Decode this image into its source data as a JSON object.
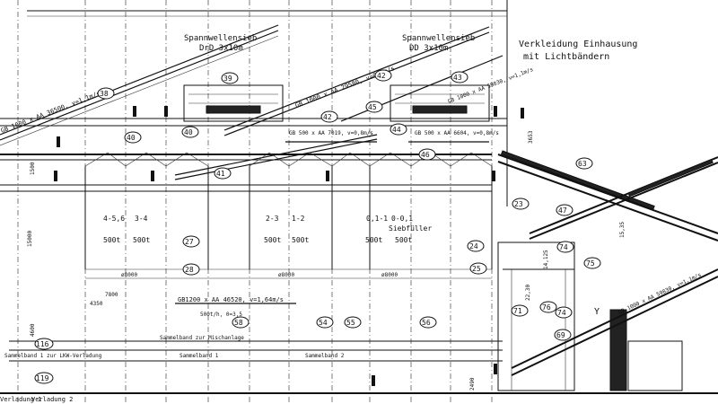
{
  "screens": {
    "left": {
      "label": "Spannwellensieb",
      "size": "DrD 3x10m"
    },
    "right": {
      "label": "Spannwellensieb",
      "size": "DD 3x10m"
    }
  },
  "note": {
    "line1": "Verkleidung Einhausung",
    "line2": "mit Lichtbändern"
  },
  "belts": {
    "b38": "GB 1000 x AA 36500, v=1,1m/s",
    "b42": "GB 1000 x AA 29580, v=0,8m/s",
    "b43": "GB 1000 x AA 59830, v=1,1m/s",
    "b_mid1": "GB 500 x AA 7019, v=0,8m/s",
    "b_mid2": "GB 500 x AA 6604, v=0,8m/s",
    "b_low": "GB1200 x AA 46520, v=1,64m/s",
    "b_low2": "500t/h, 0=3,5"
  },
  "silos": [
    {
      "a": "4-5,6",
      "b": "3-4",
      "cap_a": "500t",
      "cap_b": "500t"
    },
    {
      "a": "2-3",
      "b": "1-2",
      "cap_a": "500t",
      "cap_b": "500t"
    },
    {
      "a": "0,1-1",
      "b": "0-0,1",
      "cap_a": "500t",
      "cap_b": "500t",
      "extra": "Siebfüller"
    }
  ],
  "diameters": [
    "ø8000",
    "ø8000",
    "ø8000"
  ],
  "bands": {
    "misch": "Sammelband zur Mischanlage",
    "lkw": "Sammelband 1 zur LKW-Verladung",
    "s1": "Sammelband 1",
    "s2": "Sammelband 2"
  },
  "footer": {
    "left": "Verladung 1",
    "right": "Verladung 2"
  },
  "dims": {
    "d7800": "7800",
    "d4350": "4350",
    "d15000": "15000",
    "d1500": "1500",
    "d4600": "4600",
    "d2490": "2490",
    "d2230": "22,30",
    "d1535": "15,35",
    "d14125": "14,125",
    "d3653": "3653"
  },
  "markers": [
    "38",
    "39",
    "40",
    "40",
    "41",
    "42",
    "42",
    "43",
    "44",
    "45",
    "46",
    "47",
    "63",
    "23",
    "24",
    "25",
    "27",
    "28",
    "54",
    "55",
    "56",
    "58",
    "69",
    "71",
    "74",
    "74",
    "75",
    "76",
    "116",
    "119"
  ],
  "side_letter": "Y"
}
